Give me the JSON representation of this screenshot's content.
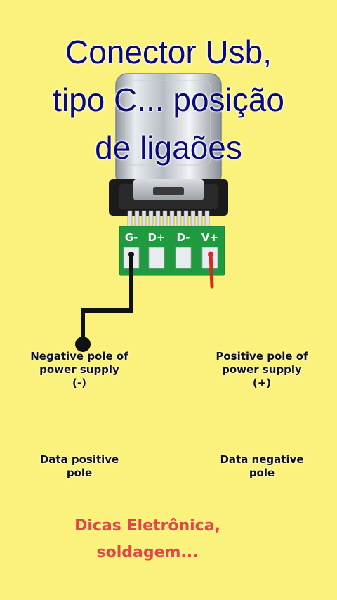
{
  "title": {
    "line1": "Conector Usb,",
    "line2": "tipo C... posição",
    "line3": "de ligaões"
  },
  "connector": {
    "pins": [
      {
        "label": "G-",
        "wire_color": "#111111"
      },
      {
        "label": "D+",
        "wire_color": "none"
      },
      {
        "label": "D-",
        "wire_color": "none"
      },
      {
        "label": "V+",
        "wire_color": "#d42a20"
      }
    ]
  },
  "labels": {
    "negative_pole": {
      "line1": "Negative pole of",
      "line2": "power supply",
      "line3": "(-)"
    },
    "positive_pole": {
      "line1": "Positive pole of",
      "line2": "power supply",
      "line3": "(+)"
    },
    "data_positive": {
      "line1": "Data positive",
      "line2": "pole"
    },
    "data_negative": {
      "line1": "Data negative",
      "line2": "pole"
    }
  },
  "footer": {
    "line1": "Dicas Eletrônica,",
    "line2": "soldagem..."
  },
  "colors": {
    "background": "#fbf27e",
    "title": "#0a0a78",
    "footer": "#e2464a",
    "pcb": "#1f9a3e"
  }
}
